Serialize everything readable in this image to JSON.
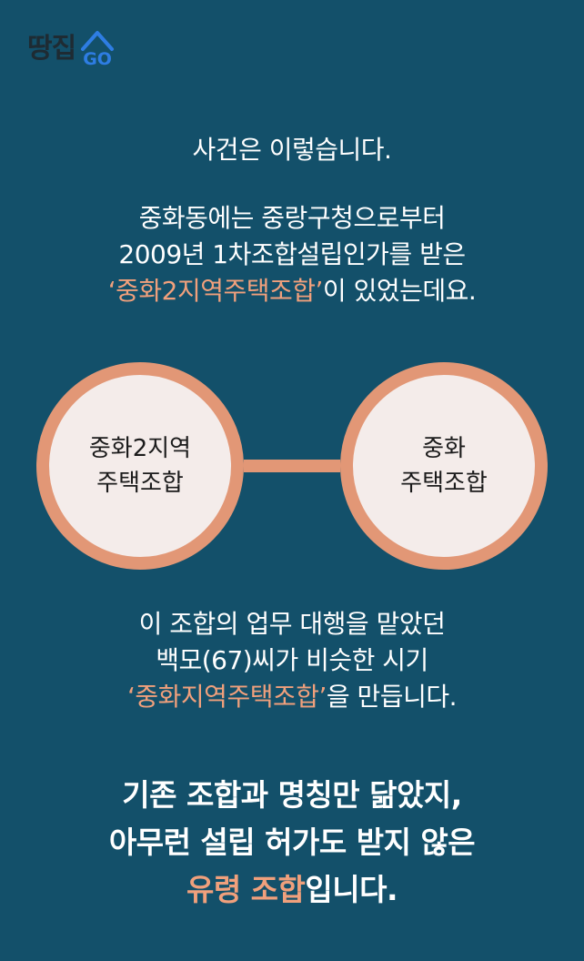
{
  "logo": {
    "ko": "땅집",
    "go": "GO"
  },
  "intro": "사건은 이렇습니다.",
  "para1": {
    "line1": "중화동에는 중랑구청으로부터",
    "line2": "2009년 1차조합설립인가를 받은",
    "line3_highlight": "‘중화2지역주택조합’",
    "line3_rest": "이 있었는데요."
  },
  "circles": {
    "left": {
      "line1": "중화2지역",
      "line2": "주택조합"
    },
    "right": {
      "line1": "중화",
      "line2": "주택조합"
    }
  },
  "para2": {
    "line1": "이 조합의 업무 대행을 맡았던",
    "line2": "백모(67)씨가 비슷한 시기",
    "line3_highlight": "‘중화지역주택조합’",
    "line3_rest": "을 만듭니다."
  },
  "conclusion": {
    "line1": "기존 조합과 명칭만 닮았지,",
    "line2": "아무런 설립 허가도 받지 않은",
    "line3_highlight": "유령 조합",
    "line3_rest": "입니다."
  },
  "colors": {
    "background": "#13506a",
    "accent": "#f0a07c",
    "circle_border": "#e29776",
    "circle_fill": "#f4ecea",
    "logo_blue": "#2e7de3"
  },
  "icons": {
    "logo_house": "house-outline-icon"
  }
}
